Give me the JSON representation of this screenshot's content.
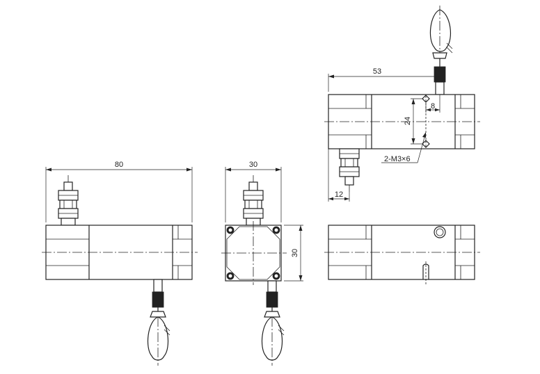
{
  "drawing": {
    "dimensions": {
      "front_length": "80",
      "side_width": "30",
      "side_height": "30",
      "top_length": "53",
      "hole_spacing": "24",
      "hole_offset": "8",
      "connector_offset": "12",
      "mounting_holes": "2-M3×6"
    }
  }
}
